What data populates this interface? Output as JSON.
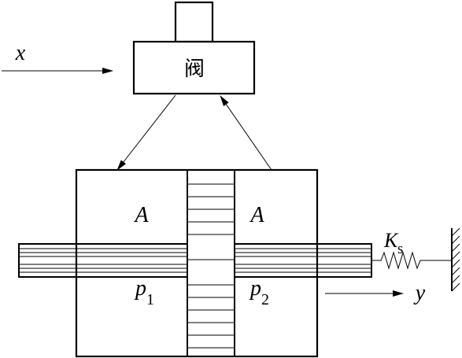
{
  "valve": {
    "label": "阀"
  },
  "inputs": {
    "x": "x",
    "y": "y"
  },
  "areas": {
    "left": "A",
    "right": "A"
  },
  "pressures": {
    "p1": {
      "base": "p",
      "sub": "1"
    },
    "p2": {
      "base": "p",
      "sub": "2"
    }
  },
  "spring": {
    "base": "K",
    "sub": "s"
  }
}
